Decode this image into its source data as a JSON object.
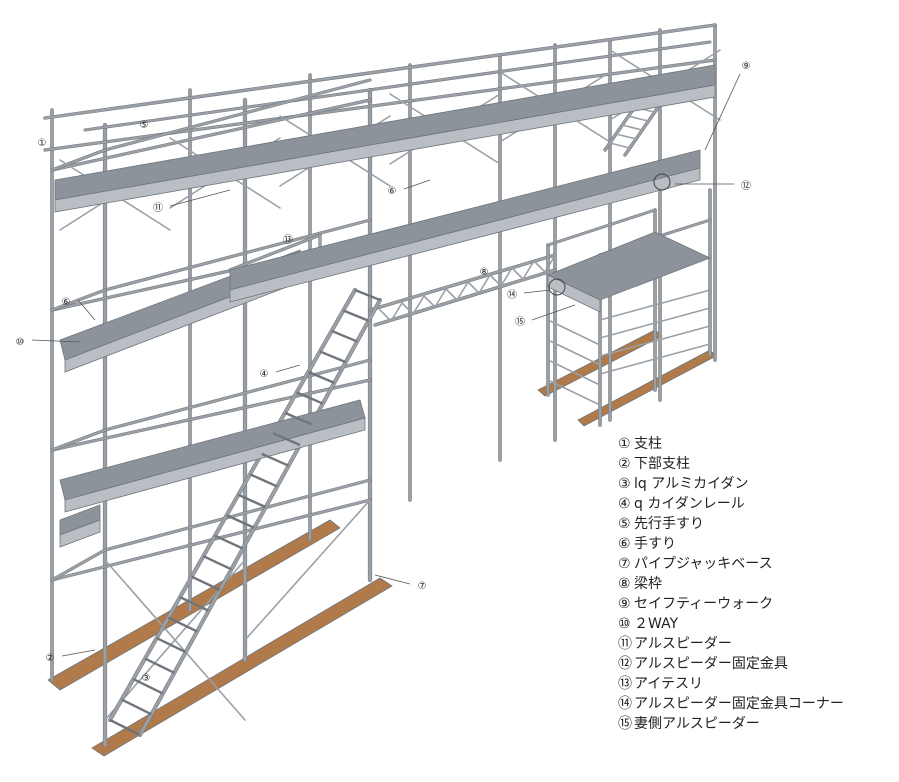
{
  "callouts": [
    "①",
    "②",
    "③",
    "④",
    "⑤",
    "⑥",
    "⑦",
    "⑧",
    "⑨",
    "⑩",
    "⑪",
    "⑫",
    "⑬",
    "⑭",
    "⑮"
  ],
  "legend": [
    {
      "num": "①",
      "label": "支柱"
    },
    {
      "num": "②",
      "label": "下部支柱"
    },
    {
      "num": "③",
      "label": "lq アルミカイダン"
    },
    {
      "num": "④",
      "label": "q カイダンレール"
    },
    {
      "num": "⑤",
      "label": "先行手すり"
    },
    {
      "num": "⑥",
      "label": "手すり"
    },
    {
      "num": "⑦",
      "label": "パイプジャッキベース"
    },
    {
      "num": "⑧",
      "label": "梁枠"
    },
    {
      "num": "⑨",
      "label": "セイフティーウォーク"
    },
    {
      "num": "⑩",
      "label": "２WAY"
    },
    {
      "num": "⑪",
      "label": "アルスピーダー"
    },
    {
      "num": "⑫",
      "label": "アルスピーダー固定金具"
    },
    {
      "num": "⑬",
      "label": "アイテスリ"
    },
    {
      "num": "⑭",
      "label": "アルスピーダー固定金具コーナー"
    },
    {
      "num": "⑮",
      "label": "妻側アルスピーダー"
    }
  ],
  "colors": {
    "pipe": "#9aa0a6",
    "pipe_dark": "#6f757b",
    "deck": "#8c939b",
    "deck_side": "#b8bec4",
    "base_board": "#b07a4a",
    "background": "#ffffff"
  }
}
